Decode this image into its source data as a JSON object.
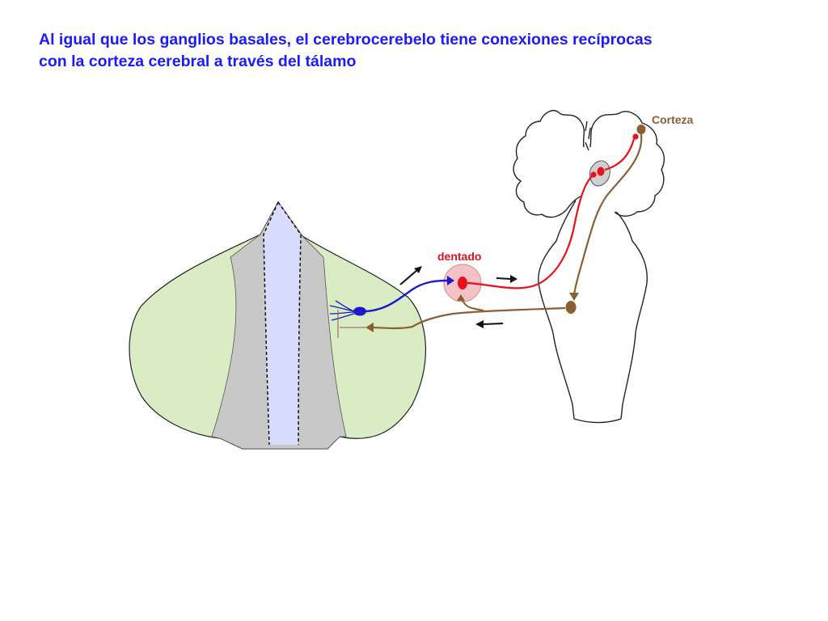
{
  "title": {
    "line1": "Al igual que los ganglios basales, el cerebrocerebelo tiene conexiones recíprocas",
    "line2": "con la corteza cerebral a través del tálamo"
  },
  "labels": {
    "corteza": "Corteza",
    "dentado": "dentado"
  },
  "colors": {
    "title": "#1a1aff",
    "cerebellum_lateral": "#d9ecc4",
    "cerebellum_intermediate": "#c8c8c8",
    "vermis": "#d8dcff",
    "dentate_nucleus": "#f5c2c8",
    "thalamus": "#d0d0d0",
    "purkinje_pathway": "#1a1acc",
    "dentate_thalamic_pathway": "#e8101a",
    "cortico_pontine_pathway": "#8b5e34",
    "corteza_label": "#8b5e34",
    "dentado_label": "#e01020"
  }
}
